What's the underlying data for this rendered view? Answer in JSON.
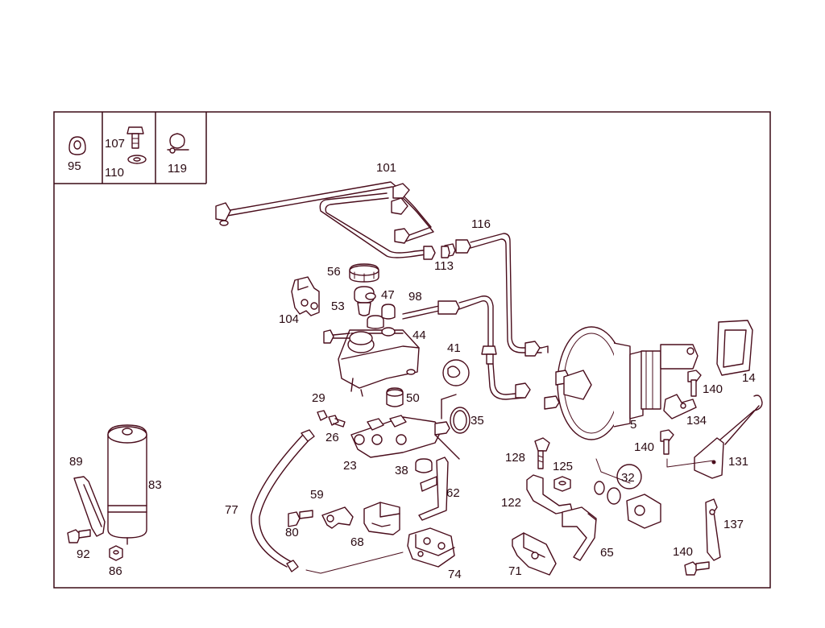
{
  "inset": {
    "box_95": "95",
    "box_107": "107",
    "box_110": "110",
    "box_119": "119"
  },
  "callouts": {
    "c101": "101",
    "c116": "116",
    "c113": "113",
    "c56": "56",
    "c47": "47",
    "c98": "98",
    "c104": "104",
    "c53": "53",
    "c44": "44",
    "c41": "41",
    "c29": "29",
    "c50": "50",
    "c35": "35",
    "c26": "26",
    "c23": "23",
    "c38": "38",
    "c62": "62",
    "c59": "59",
    "c80": "80",
    "c68": "68",
    "c74": "74",
    "c77": "77",
    "c89": "89",
    "c83": "83",
    "c92": "92",
    "c86": "86",
    "c5": "5",
    "c140a": "140",
    "c134": "134",
    "c14": "14",
    "c140b": "140",
    "c131": "131",
    "c128": "128",
    "c125": "125",
    "c32": "32",
    "c122": "122",
    "c65": "65",
    "c71": "71",
    "c137": "137",
    "c140c": "140"
  },
  "colors": {
    "line": "#4a0d1c",
    "text": "#2a0a12",
    "background": "#ffffff"
  }
}
